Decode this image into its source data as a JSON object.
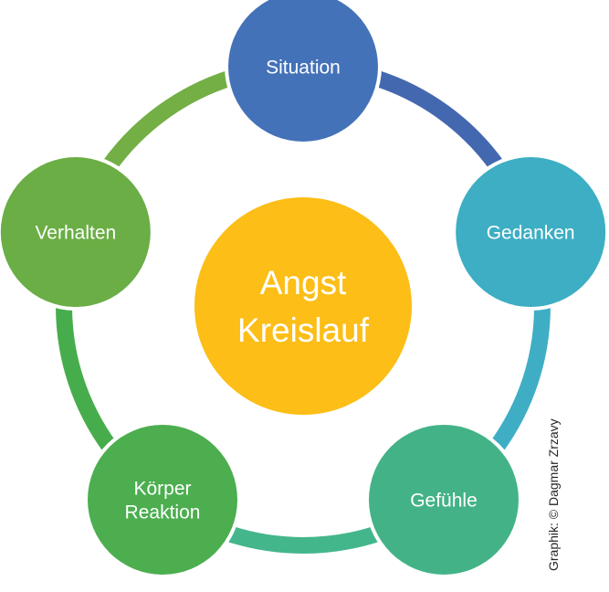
{
  "diagram": {
    "center": {
      "lines": [
        "Angst",
        "Kreislauf"
      ],
      "color": "#FCBE17"
    },
    "nodes": [
      {
        "id": "situation",
        "lines": [
          "Situation"
        ],
        "color": "#4472B8"
      },
      {
        "id": "gedanken",
        "lines": [
          "Gedanken"
        ],
        "color": "#3DAEC3"
      },
      {
        "id": "gefuehle",
        "lines": [
          "Gefühle"
        ],
        "color": "#43B387"
      },
      {
        "id": "koerper-reaktion",
        "lines": [
          "Körper",
          "Reaktion"
        ],
        "color": "#4CAE4F"
      },
      {
        "id": "verhalten",
        "lines": [
          "Verhalten"
        ],
        "color": "#6AAE45"
      }
    ],
    "connectors": [
      {
        "from": "situation",
        "to": "gedanken",
        "color": "#4468B0"
      },
      {
        "from": "gedanken",
        "to": "gefuehle",
        "color": "#3FAEC5"
      },
      {
        "from": "gefuehle",
        "to": "koerper-reaktion",
        "color": "#44B68C"
      },
      {
        "from": "koerper-reaktion",
        "to": "verhalten",
        "color": "#47AD4C"
      },
      {
        "from": "verhalten",
        "to": "situation",
        "color": "#74AF45"
      }
    ]
  },
  "credit": "Graphik: © Dagmar Zrzavy"
}
